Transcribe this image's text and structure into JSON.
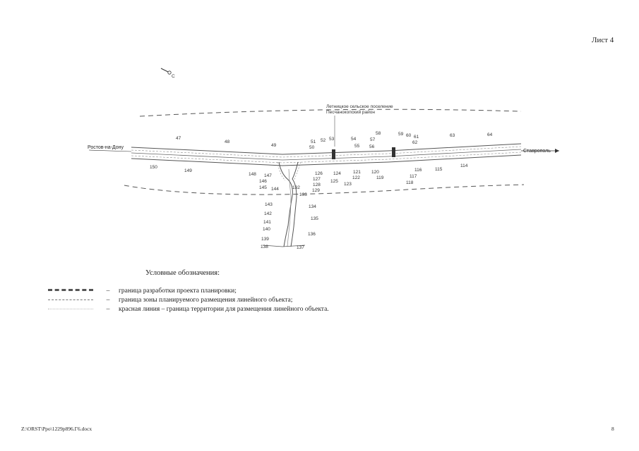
{
  "sheet_label": "Лист 4",
  "map": {
    "settlement_line1": "Летницкое сельское поселение",
    "settlement_line2": "Песчанокопский район",
    "city_west": "Ростов-на-Дону",
    "city_east": "Ставрополь",
    "north_arrow": "С",
    "point_numbers": [
      "47",
      "48",
      "49",
      "50",
      "51",
      "52",
      "53",
      "54",
      "55",
      "56",
      "57",
      "58",
      "59",
      "60",
      "61",
      "62",
      "63",
      "64",
      "114",
      "115",
      "116",
      "117",
      "118",
      "119",
      "120",
      "121",
      "122",
      "123",
      "124",
      "125",
      "126",
      "127",
      "128",
      "129",
      "132",
      "133",
      "134",
      "135",
      "136",
      "137",
      "138",
      "139",
      "140",
      "141",
      "142",
      "143",
      "144",
      "145",
      "146",
      "147",
      "148",
      "149",
      "150"
    ]
  },
  "legend": {
    "title": "Условные обозначения:",
    "items": [
      {
        "dash": "–",
        "text": "граница разработки проекта планировки;"
      },
      {
        "dash": "–",
        "text": "граница зоны планируемого размещения линейного объекта;"
      },
      {
        "dash": "–",
        "text": "красная линия – граница территории для размещения линейного объекта."
      }
    ]
  },
  "footer": {
    "path": "Z:\\ORST\\Ppo\\1229p896.Г6.docx",
    "page": "8"
  }
}
